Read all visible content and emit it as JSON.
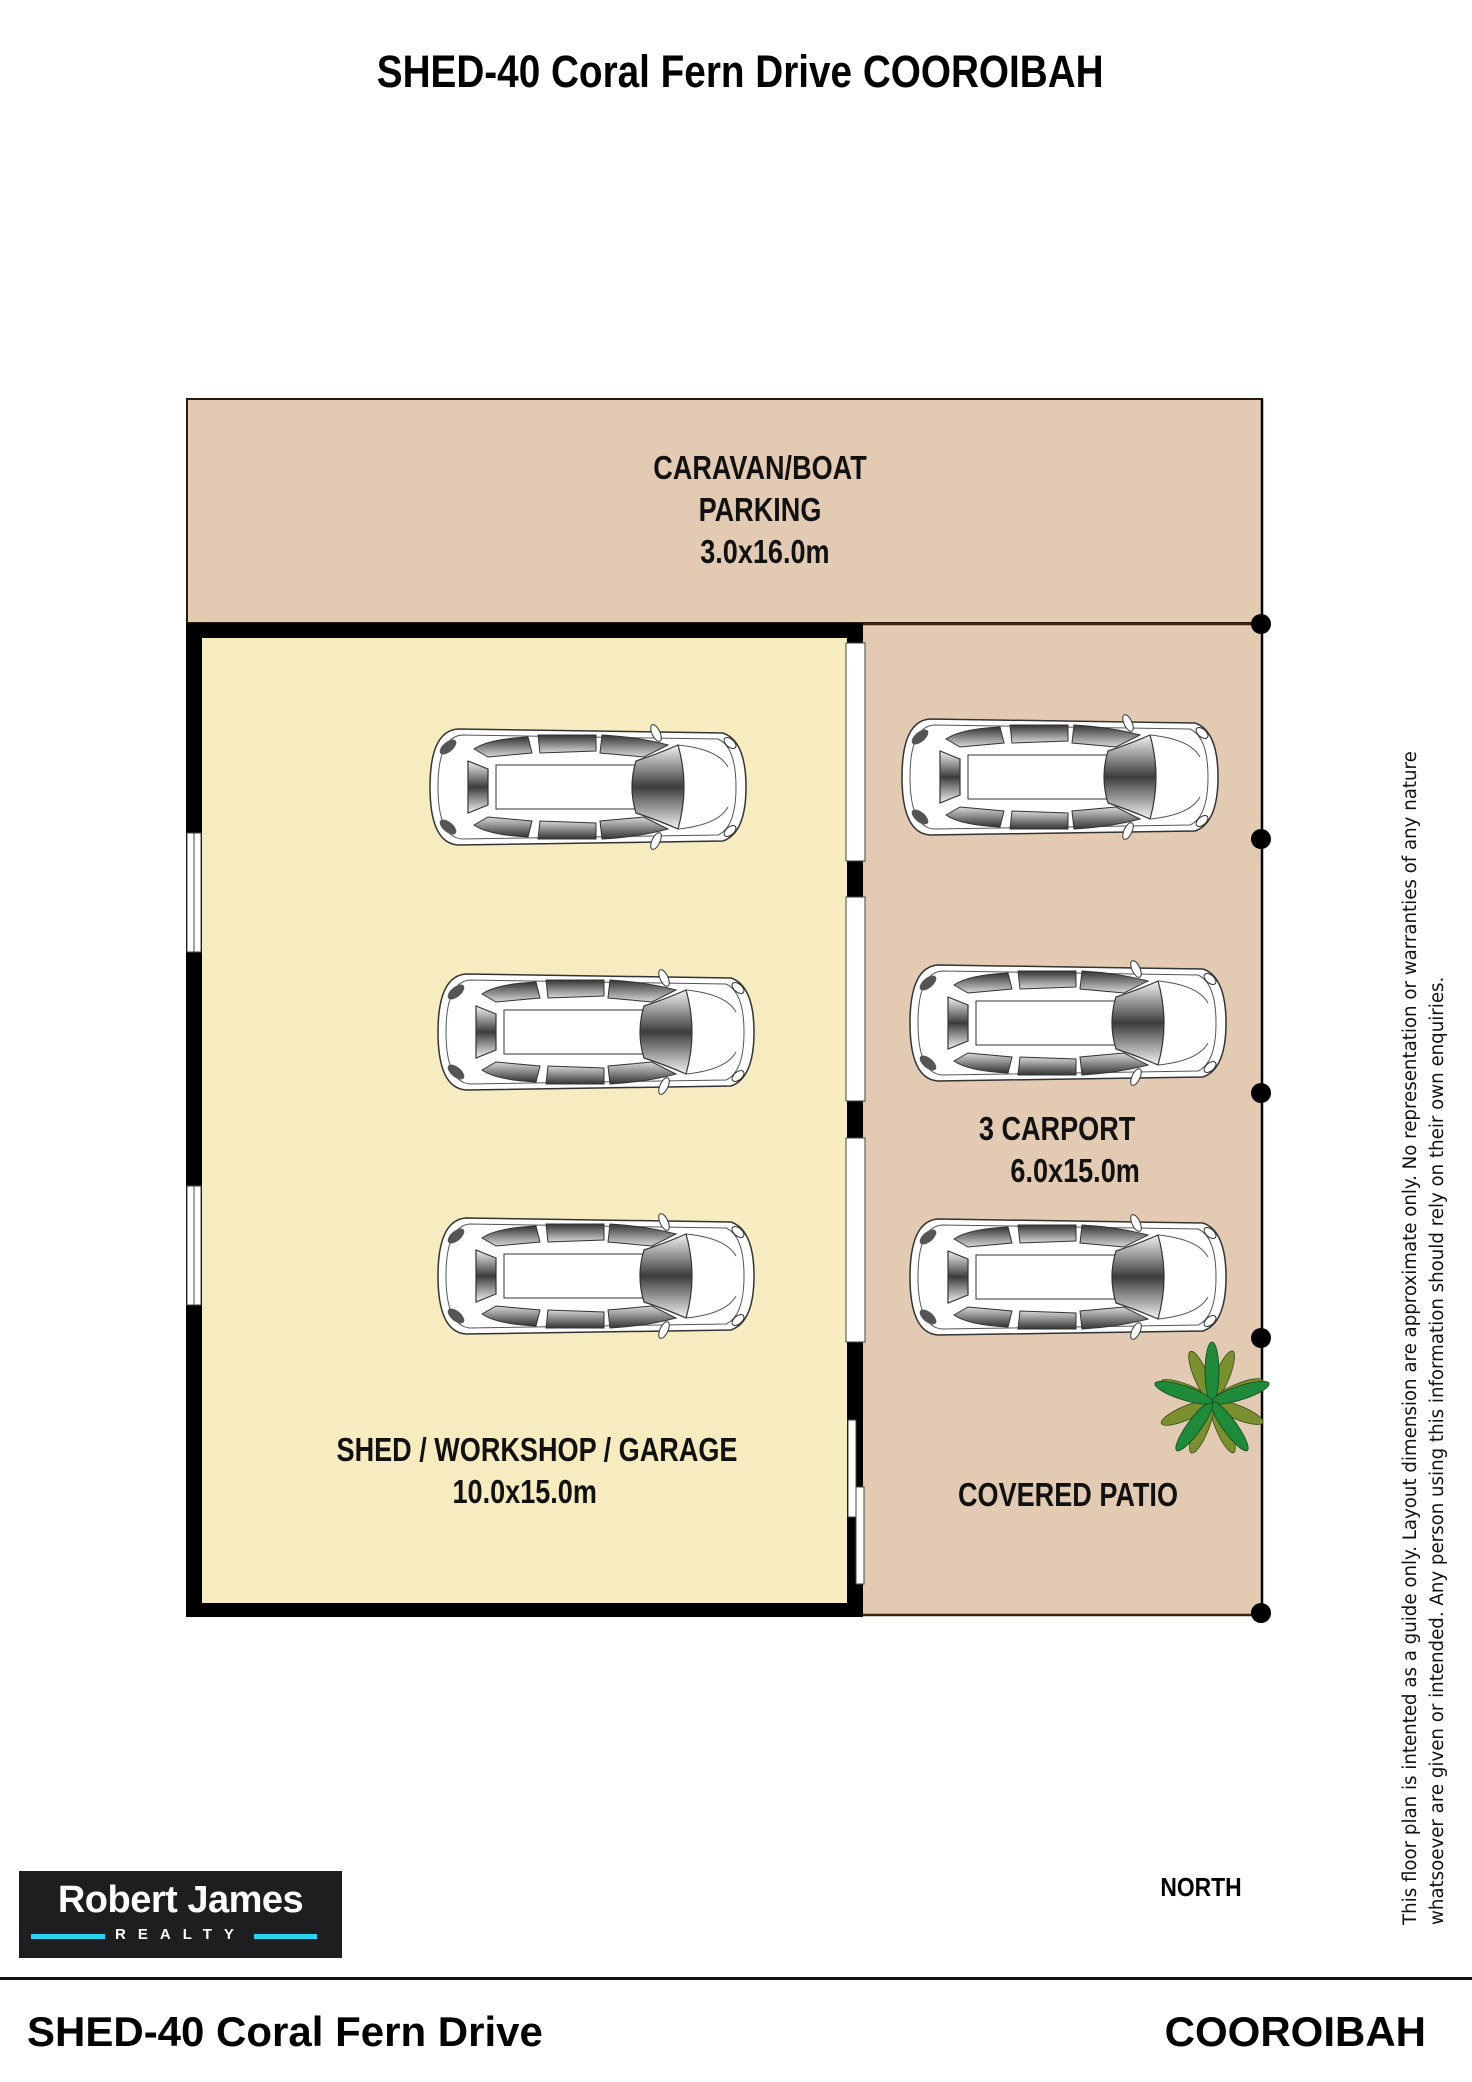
{
  "header": {
    "title": "SHED-40 Coral Fern Drive COOROIBAH"
  },
  "plan": {
    "areas": [
      {
        "id": "caravan",
        "lines": [
          "CARAVAN/BOAT",
          "PARKING",
          "3.0x16.0m"
        ]
      },
      {
        "id": "shed",
        "lines": [
          "SHED / WORKSHOP / GARAGE",
          "10.0x15.0m"
        ]
      },
      {
        "id": "carport",
        "lines": [
          "3 CARPORT",
          "6.0x15.0m"
        ]
      },
      {
        "id": "patio",
        "lines": [
          "COVERED PATIO"
        ]
      }
    ],
    "cars": {
      "shed": 3,
      "carport": 3
    },
    "colors": {
      "paving": "#e2cbb2",
      "shed_floor": "#f7ecc0",
      "wall": "#000000",
      "plant_dark": "#1f8a3a",
      "plant_olive": "#7a8f2e"
    }
  },
  "compass": {
    "label": "NORTH",
    "icon": "north-arrow-icon"
  },
  "disclaimer": {
    "line1": "This floor plan is intented as a guide only. Layout dimension are approximate only. No representation or warranties of any nature",
    "line2": "whatsoever are given or intended. Any person using this information should rely on their own enquiries."
  },
  "brand": {
    "name": "Robert James",
    "sub": "REALTY",
    "accent": "#2ad4f0"
  },
  "footer": {
    "address": "SHED-40 Coral Fern Drive",
    "suburb": "COOROIBAH"
  }
}
